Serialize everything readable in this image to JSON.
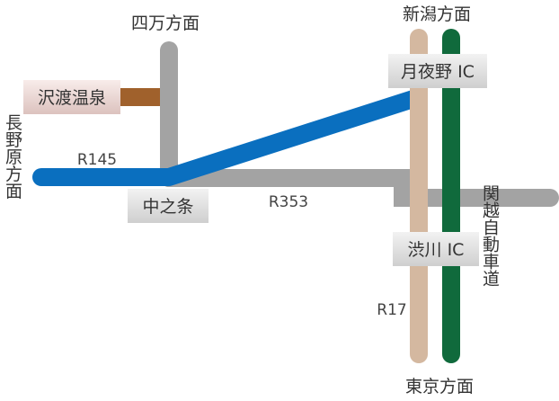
{
  "colors": {
    "r145": "#0a6fbf",
    "r353": "#a3a3a3",
    "sawatari_road": "#a0612c",
    "r17": "#d4b8a0",
    "kanetsu": "#106a3c",
    "box_fill_top": "#f2f2f2",
    "box_fill_bottom": "#cfcfcf",
    "sawatari_box_top": "#f8ecea",
    "sawatari_box_bottom": "#dcc2be"
  },
  "directions": {
    "shimanto": "四万方面",
    "niigata": "新潟方面",
    "nagano_vertical": "長野原方面",
    "tokyo": "東京方面"
  },
  "roads": {
    "r145": "R145",
    "r353": "R353",
    "r17": "R17",
    "kanetsu_vertical": "関越自動車道"
  },
  "places": {
    "sawatari": "沢渡温泉",
    "tsukiyono_ic": "月夜野 IC",
    "nakanojo": "中之条",
    "shibukawa_ic": "渋川 IC"
  }
}
